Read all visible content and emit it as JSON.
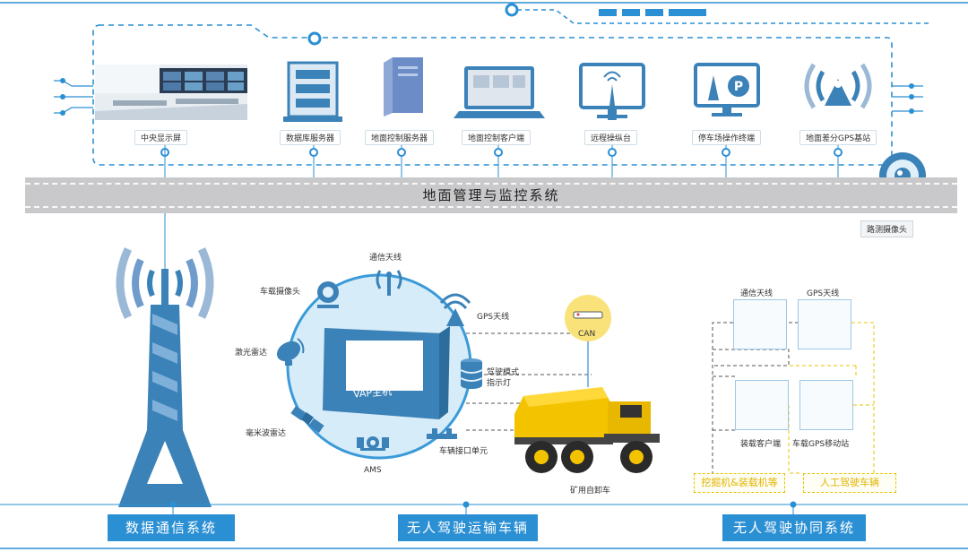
{
  "top_devices": [
    {
      "label": "中央显示屏",
      "icon": "control-room-image"
    },
    {
      "label": "数据库服务器",
      "icon": "database-server-icon"
    },
    {
      "label": "地面控制服务器",
      "icon": "tower-server-icon"
    },
    {
      "label": "地面控制客户端",
      "icon": "laptop-icon"
    },
    {
      "label": "远程操纵台",
      "icon": "monitor-antenna-icon"
    },
    {
      "label": "停车场操作终端",
      "icon": "parking-terminal-icon"
    },
    {
      "label": "地面差分GPS基站",
      "icon": "gps-base-icon"
    }
  ],
  "ground_system": "地面管理与监控系统",
  "roadside_camera": "路测摄像头",
  "vehicle": {
    "center": "VAP主机",
    "comm_antenna": "通信天线",
    "gps_antenna": "GPS天线",
    "camera": "车载摄像头",
    "lidar": "激光雷达",
    "mode_light": "驾驶模式\n指示灯",
    "mmwave": "毫米波雷达",
    "ams": "AMS",
    "interface": "车辆接口单元",
    "can": "CAN",
    "truck": "矿用自卸车"
  },
  "coop": {
    "comm_antenna": "通信天线",
    "gps_antenna": "GPS天线",
    "client": "装载客户端",
    "gps_mobile": "车载GPS移动站",
    "excavator": "挖掘机&装载机等",
    "manual": "人工驾驶车辆"
  },
  "bottom_systems": [
    "数据通信系统",
    "无人驾驶运输车辆",
    "无人驾驶协同系统"
  ],
  "colors": {
    "accent": "#2b8fd3",
    "icon": "#3b82b8",
    "road": "#c9c9cb",
    "yellow": "#e7c400"
  }
}
